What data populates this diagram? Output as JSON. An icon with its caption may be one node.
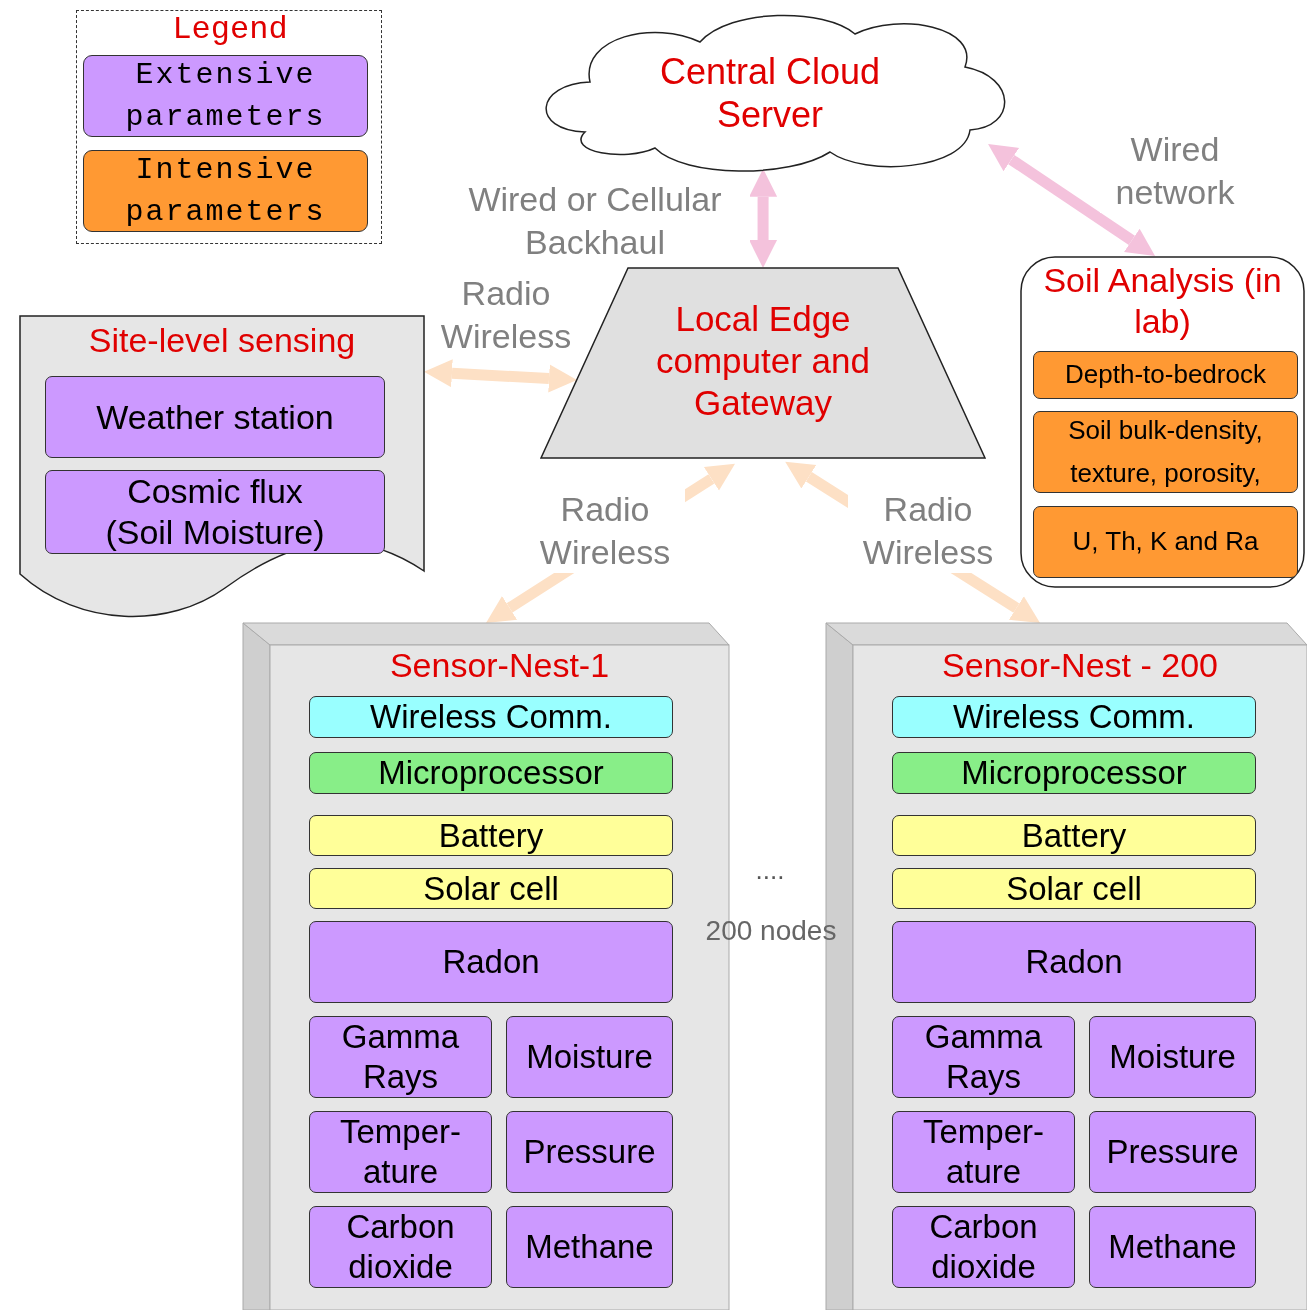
{
  "diagram": {
    "nodes": [
      {
        "text": [
          "Central Cloud Server"
        ]
      },
      {
        "text": [
          "Local Edge computer and Gateway"
        ]
      },
      {
        "text": [
          "Site-level sensing"
        ]
      },
      {
        "text": [
          "Weather station"
        ],
        "in": 2
      },
      {
        "text": [
          "Cosmic flux (Soil Moisture)"
        ],
        "in": 2
      },
      {
        "text": [
          "Soil Analysis (in lab)"
        ]
      },
      {
        "text": [
          "Depth-to-bedrock"
        ],
        "in": 5
      },
      {
        "text": [
          "Soil bulk-density, texture, porosity,"
        ],
        "in": 5
      },
      {
        "text": [
          "U, Th, K and Ra"
        ],
        "in": 5
      },
      {
        "text": [
          "Sensor-Nest-1"
        ]
      },
      {
        "text": [
          "Wireless Comm."
        ],
        "in": 9
      },
      {
        "text": [
          "Microprocessor"
        ],
        "in": 9
      },
      {
        "text": [
          "Battery"
        ],
        "in": 9
      },
      {
        "text": [
          "Solar cell"
        ],
        "in": 9
      },
      {
        "text": [
          "Radon"
        ],
        "in": 9
      },
      {
        "text": [
          "Gamma Rays"
        ],
        "in": 9
      },
      {
        "text": [
          "Moisture"
        ],
        "in": 9
      },
      {
        "text": [
          "Temper- ature"
        ],
        "in": 9
      },
      {
        "text": [
          "Pressure"
        ],
        "in": 9
      },
      {
        "text": [
          "Carbon dioxide"
        ],
        "in": 9
      },
      {
        "text": [
          "Methane"
        ],
        "in": 9
      },
      {
        "text": [
          "Sensor-Nest - 200"
        ]
      },
      {
        "text": [
          "Wireless Comm."
        ],
        "in": 21
      },
      {
        "text": [
          "Microprocessor"
        ],
        "in": 21
      },
      {
        "text": [
          "Battery"
        ],
        "in": 21
      },
      {
        "text": [
          "Solar cell"
        ],
        "in": 21
      },
      {
        "text": [
          "Radon"
        ],
        "in": 21
      },
      {
        "text": [
          "Gamma Rays"
        ],
        "in": 21
      },
      {
        "text": [
          "Moisture"
        ],
        "in": 21
      },
      {
        "text": [
          "Temper- ature"
        ],
        "in": 21
      },
      {
        "text": [
          "Pressure"
        ],
        "in": 21
      },
      {
        "text": [
          "Carbon dioxide"
        ],
        "in": 21
      },
      {
        "text": [
          "Methane"
        ],
        "in": 21
      }
    ],
    "edges": [
      {
        "from": 0,
        "to": 1,
        "arrow": "both",
        "label": "Wired or Cellular Backhaul",
        "color": "#f4c2dc"
      },
      {
        "from": 0,
        "to": 5,
        "arrow": "both",
        "label": "Wired network",
        "color": "#f4c2dc"
      },
      {
        "from": 2,
        "to": 1,
        "arrow": "both",
        "label": "Radio Wireless"
      },
      {
        "from": 1,
        "to": 9,
        "arrow": "both",
        "label": "Radio Wireless"
      },
      {
        "from": 1,
        "to": 21,
        "arrow": "both",
        "label": "Radio Wireless"
      }
    ],
    "labels": [
      "Legend",
      "....",
      "200 nodes"
    ],
    "legend": [
      {
        "text": "Extensive parameters",
        "color": "#cc99ff"
      },
      {
        "text": "Intensive parameters",
        "color": "#ff9933"
      }
    ]
  }
}
